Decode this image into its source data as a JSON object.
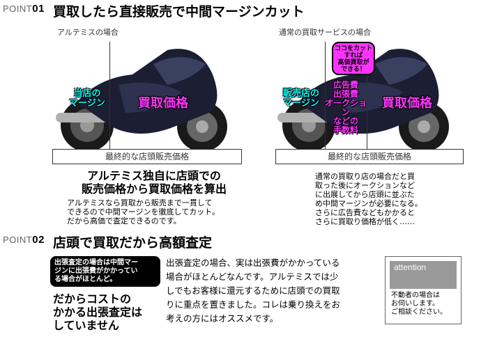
{
  "point1": {
    "label_prefix": "POINT",
    "label_num": "01",
    "title": "買取したら直接販売で中間マージンカット",
    "left": {
      "caption": "アルテミスの場合",
      "overlay_left": "当店の\nマージン",
      "overlay_right": "買取価格",
      "price_label": "最終的な店頭販売価格"
    },
    "right": {
      "caption": "通常の買取サービスの場合",
      "bubble": "ココをカット\nすれば\n高価買取が\nできる！",
      "overlay_left": "販売店の\nマージン",
      "overlay_middle": "広告費\n出張費\nオークション\nなどの\n手数料",
      "overlay_right": "買取価格",
      "price_label": "最終的な店頭販売価格"
    },
    "heading": "アルテミス独自に店頭での\n販売価格から買取価格を算出",
    "body_left": "アルテミスなら買取から販売まで一貫して\nできるので中間マージンを徹底してカット。\nだから高価で査定できるのです。",
    "body_right": "通常の買取り店の場合だと買\n取った後にオークションなど\nに出展してから店頭に並ぶた\nめ中間マージンが必要になる。\nさらに広告費などもかかると\nさらに買取り価格が低く……"
  },
  "point2": {
    "label_prefix": "POINT",
    "label_num": "02",
    "title": "店頭で買取だから高額査定",
    "blackbox": "出張査定の場合は中間マー\nジンに出張費がかかってい\nる場合がほとんど。",
    "bold_text": "だからコストの\nかかる出張査定は\nしていません",
    "body": "出張査定の場合、実は出張費がかかっている\n場合がほとんどなんです。アルテミスでは少\nしでもお客様に還元するために店頭での買取\nりに重点を置きました。コレは乗り換えをお\n考えの方にはオススメです。",
    "attention_label": "attention",
    "attention_body": "不動者の場合は\nお伺いします。\nご相談ください。"
  }
}
